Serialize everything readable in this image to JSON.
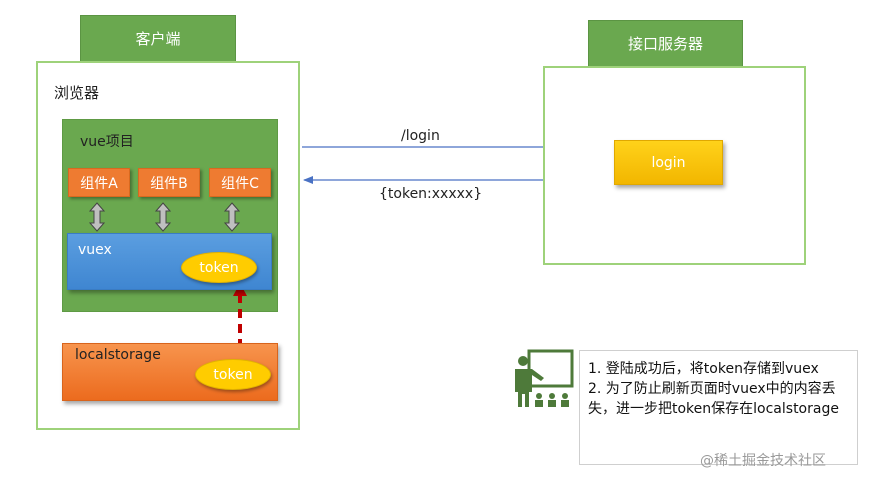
{
  "client": {
    "tab_label": "客户端",
    "browser_label": "浏览器",
    "vue_project": {
      "title": "vue项目",
      "components": [
        "组件A",
        "组件B",
        "组件C"
      ]
    },
    "vuex": {
      "label": "vuex",
      "token_label": "token"
    },
    "localstorage": {
      "label": "localstorage",
      "token_label": "token"
    }
  },
  "server": {
    "tab_label": "接口服务器",
    "login_label": "login"
  },
  "requests": {
    "request_label": "/login",
    "response_label": "{token:xxxxx}"
  },
  "note": {
    "line1": "1. 登陆成功后，将token存储到vuex",
    "line2": "2. 为了防止刷新页面时vuex中的内容丢失，进一步把token保存在localstorage"
  },
  "watermark": "@稀土掘金技术社区",
  "colors": {
    "green_fill": "#6aa84f",
    "green_outline": "#9ed27a",
    "orange": "#ee7b31",
    "blue": "#3f86d1",
    "yellow": "#ffcc00",
    "arrow_blue": "#4a72c4",
    "arrow_red": "#c00000"
  }
}
